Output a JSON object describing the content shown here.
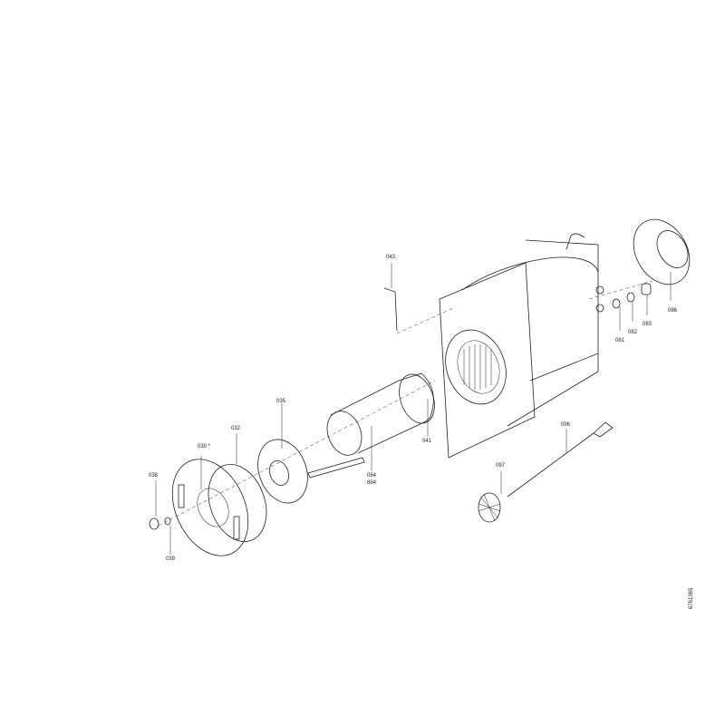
{
  "diagram": {
    "type": "exploded parts drawing",
    "parts": [
      {
        "id": "p038",
        "label": "038"
      },
      {
        "id": "p039",
        "label": "039"
      },
      {
        "id": "p030",
        "label": "030 *"
      },
      {
        "id": "p032",
        "label": "032"
      },
      {
        "id": "p035",
        "label": "035"
      },
      {
        "id": "p084",
        "label": "084"
      },
      {
        "id": "p884",
        "label": "884"
      },
      {
        "id": "p041",
        "label": "041"
      },
      {
        "id": "p043",
        "label": "043"
      },
      {
        "id": "p081",
        "label": "081"
      },
      {
        "id": "p082",
        "label": "082"
      },
      {
        "id": "p083",
        "label": "083"
      },
      {
        "id": "p086",
        "label": "086"
      },
      {
        "id": "p096",
        "label": "096"
      },
      {
        "id": "p097",
        "label": "097"
      }
    ],
    "drawing_number": "6761365"
  }
}
